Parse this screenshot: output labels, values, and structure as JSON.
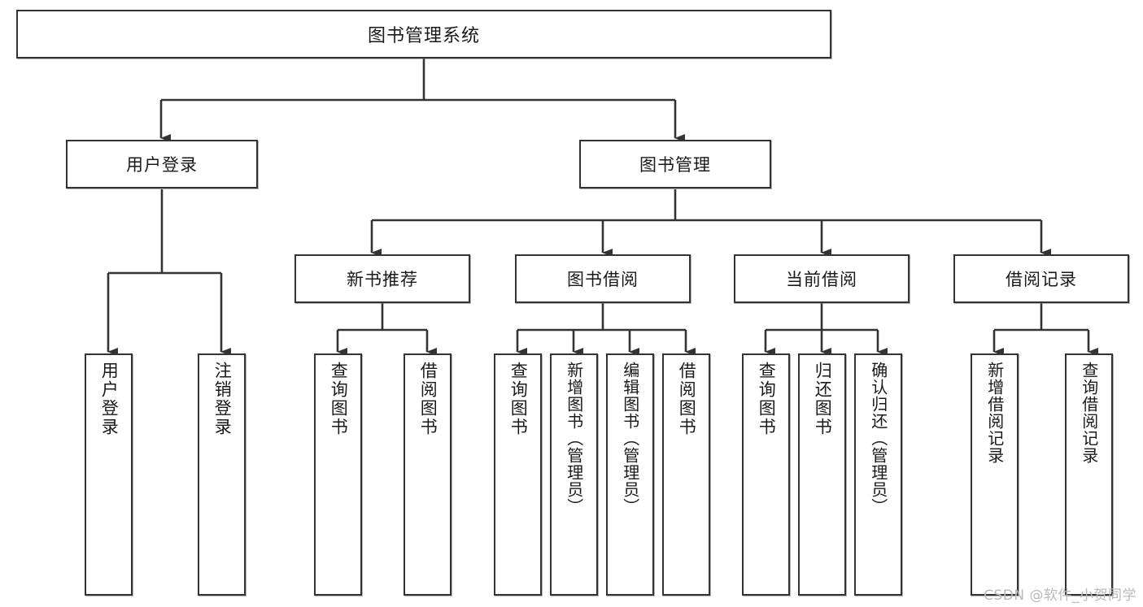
{
  "diagram": {
    "type": "tree-hierarchy",
    "title": "图书管理系统",
    "watermark": "CSDN @软件_小贺同学",
    "colors": {
      "border": "#333333",
      "background": "#ffffff",
      "text": "#1a1a1a",
      "connector": "#333333",
      "watermark": "#b9b9b9"
    },
    "nodes": {
      "root": {
        "label": "图书管理系统"
      },
      "level2": [
        {
          "id": "user-login",
          "label": "用户登录"
        },
        {
          "id": "book-manage",
          "label": "图书管理"
        }
      ],
      "level3": [
        {
          "id": "new-book-recommend",
          "label": "新书推荐"
        },
        {
          "id": "book-borrow",
          "label": "图书借阅"
        },
        {
          "id": "current-borrow",
          "label": "当前借阅"
        },
        {
          "id": "borrow-record",
          "label": "借阅记录"
        }
      ],
      "leaves": {
        "user-login": [
          {
            "id": "leaf-user-login",
            "label": "用户登录"
          },
          {
            "id": "leaf-logout-login",
            "label": "注销登录"
          }
        ],
        "new-book-recommend": [
          {
            "id": "leaf-query-book-1",
            "label": "查询图书"
          },
          {
            "id": "leaf-borrow-book-1",
            "label": "借阅图书"
          }
        ],
        "book-borrow": [
          {
            "id": "leaf-query-book-2",
            "label": "查询图书"
          },
          {
            "id": "leaf-add-book",
            "label": "新增图书（管理员）"
          },
          {
            "id": "leaf-edit-book",
            "label": "编辑图书（管理员）"
          },
          {
            "id": "leaf-borrow-book-2",
            "label": "借阅图书"
          }
        ],
        "current-borrow": [
          {
            "id": "leaf-query-book-3",
            "label": "查询图书"
          },
          {
            "id": "leaf-return-book",
            "label": "归还图书"
          },
          {
            "id": "leaf-confirm-return",
            "label": "确认归还（管理员）"
          }
        ],
        "borrow-record": [
          {
            "id": "leaf-add-record",
            "label": "新增借阅记录"
          },
          {
            "id": "leaf-query-record",
            "label": "查询借阅记录"
          }
        ]
      }
    }
  }
}
